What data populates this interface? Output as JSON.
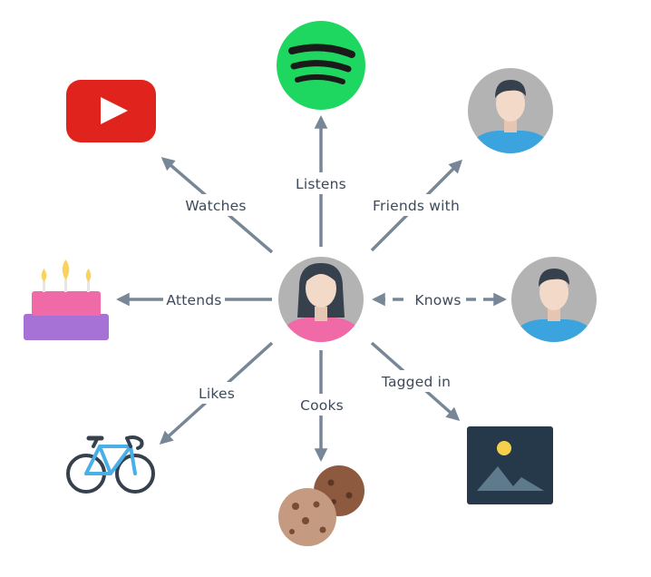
{
  "colors": {
    "edge": "#788797",
    "youtube": "#e0231c",
    "spotify": "#1ed760",
    "avatar_bg": "#b3b3b3",
    "skin": "#f2d9c8",
    "hair": "#36414d",
    "shirt_blue": "#3ba3de",
    "shirt_pink": "#f06aa7",
    "cake_top": "#f06aa7",
    "cake_bottom": "#a772d6",
    "flame": "#f9d35b",
    "bike": "#48b0e6",
    "cookie": "#c49a80",
    "cookie_dark": "#8d5a3f",
    "picture_bg": "#26394a",
    "mountain": "#5f7a8c",
    "sun": "#f5d04a"
  },
  "nodes": {
    "center": {
      "label": "",
      "icon": "woman-avatar-icon"
    },
    "youtube": {
      "icon": "youtube-icon"
    },
    "spotify": {
      "icon": "spotify-icon"
    },
    "friend": {
      "icon": "man-avatar-icon"
    },
    "acquaintance": {
      "icon": "man-avatar-icon"
    },
    "cake": {
      "icon": "birthday-cake-icon"
    },
    "bike": {
      "icon": "bicycle-icon"
    },
    "cookies": {
      "icon": "cookies-icon"
    },
    "picture": {
      "icon": "picture-icon"
    }
  },
  "edges": {
    "watches": "Watches",
    "listens": "Listens",
    "friends_with": "Friends with",
    "attends": "Attends",
    "knows": "Knows",
    "likes": "Likes",
    "cooks": "Cooks",
    "tagged_in": "Tagged in"
  }
}
